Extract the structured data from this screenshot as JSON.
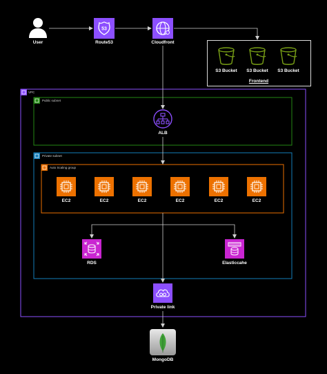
{
  "nodes": {
    "user": "User",
    "route53": "Route53",
    "route53_badge": "53",
    "cloudfront": "Cloudfront",
    "s3_1": "S3 Bucket",
    "s3_2": "S3 Bucket",
    "s3_3": "S3 Bucket",
    "frontend": "Frontend",
    "alb": "ALB",
    "ec2": [
      "EC2",
      "EC2",
      "EC2",
      "EC2",
      "EC2",
      "EC2"
    ],
    "rds": "RDS",
    "elasticache": "Elasticcahe",
    "private_link": "Private link",
    "mongodb": "MongoDB"
  },
  "groups": {
    "vpc": "VPC",
    "public_subnet": "Public subnet",
    "private_subnet": "Private subnet",
    "auto_scaling": "Auto Scaling group"
  },
  "colors": {
    "background": "#000000",
    "aws_purple": "#8C4FFF",
    "ec2_orange": "#ED7100",
    "s3_green": "#7AA116",
    "vpc_border": "#8C4FFF",
    "subnet_public": "#248814",
    "subnet_private": "#147EBA",
    "asg_border": "#ED7100",
    "connector": "#d0d0d0"
  },
  "icons": {
    "user": "user-icon",
    "route53": "route53-icon",
    "cloudfront": "cloudfront-icon",
    "s3": "s3-bucket-icon",
    "alb": "load-balancer-icon",
    "ec2": "ec2-instance-icon",
    "rds": "rds-icon",
    "elasticache": "elasticache-icon",
    "private_link": "private-link-icon",
    "mongodb": "mongodb-leaf-icon"
  }
}
